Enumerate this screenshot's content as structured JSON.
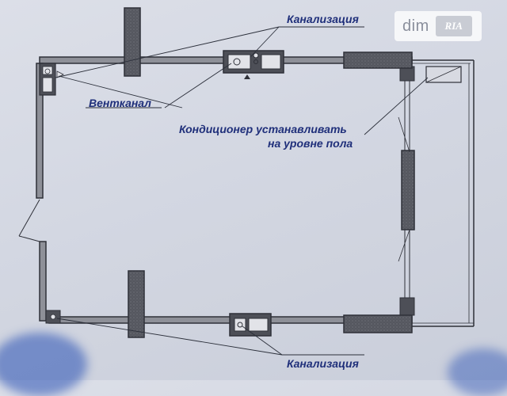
{
  "labels": {
    "sewer_top": "Канализация",
    "vent": "Вентканал",
    "ac_line1": "Кондиционер устанавливать",
    "ac_line2": "на уровне пола",
    "sewer_bottom": "Канализация"
  },
  "watermark": {
    "brand": "dim",
    "badge": "RIA"
  },
  "colors": {
    "wall": "#3a3d47",
    "wall_fill": "#9a9ca4",
    "column": "#4a4c55",
    "label": "#1f2f7a",
    "line": "#2b2f3a"
  }
}
